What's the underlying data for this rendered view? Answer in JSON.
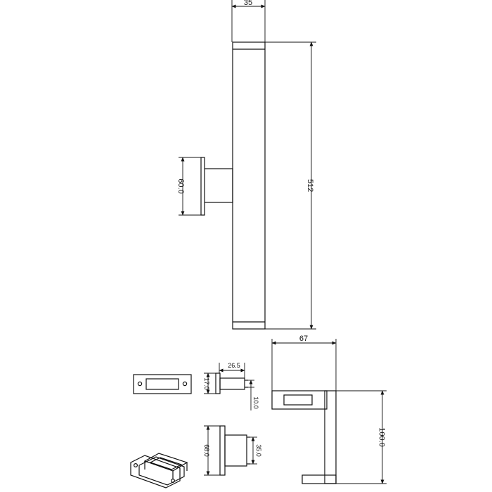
{
  "dimensions": {
    "width_top": "35",
    "height_main": "512",
    "bracket_height": "60.0",
    "depth": "67",
    "side_height": "100.0",
    "plate_depth": "26.5",
    "plate_thickness": "17.0",
    "plate_offset": "10.0",
    "block_height": "68.0",
    "block_inner": "35.0"
  }
}
